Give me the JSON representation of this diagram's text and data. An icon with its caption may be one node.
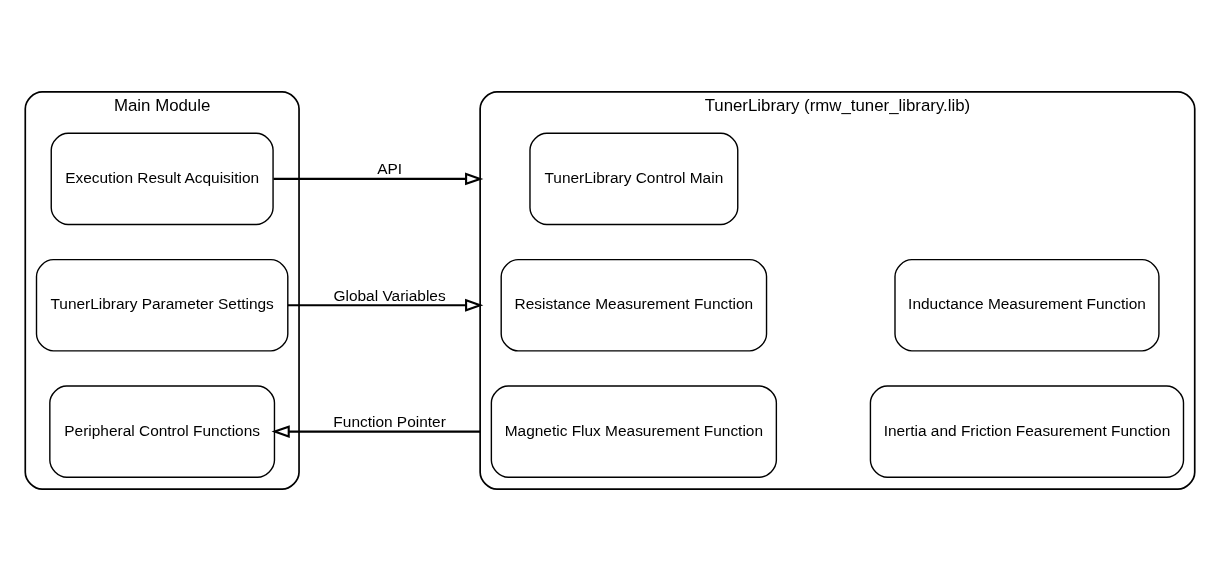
{
  "diagram": {
    "nodes": [
      {
        "text": [
          "Main Module"
        ]
      },
      {
        "text": [
          "Execution Result Acquisition"
        ],
        "in": 0
      },
      {
        "text": [
          "TunerLibrary Parameter Settings"
        ],
        "in": 0
      },
      {
        "text": [
          "Peripheral Control Functions"
        ],
        "in": 0
      },
      {
        "text": [
          "TunerLibrary (rmw_tuner_library.lib)"
        ]
      },
      {
        "text": [
          "TunerLibrary Control Main"
        ],
        "in": 4
      },
      {
        "text": [
          "Resistance Measurement Function"
        ],
        "in": 4
      },
      {
        "text": [
          "Inductance Measurement Function"
        ],
        "in": 4
      },
      {
        "text": [
          "Magnetic Flux Measurement Function"
        ],
        "in": 4
      },
      {
        "text": [
          "Inertia and Friction Feasurement Function"
        ],
        "in": 4
      }
    ],
    "edges": [
      {
        "from": 1,
        "to": 4,
        "arrow": "to",
        "label": "API"
      },
      {
        "from": 2,
        "to": 4,
        "arrow": "to",
        "label": "Global Variables"
      },
      {
        "from": 4,
        "to": 3,
        "arrow": "to",
        "label": "Function Pointer"
      }
    ]
  }
}
